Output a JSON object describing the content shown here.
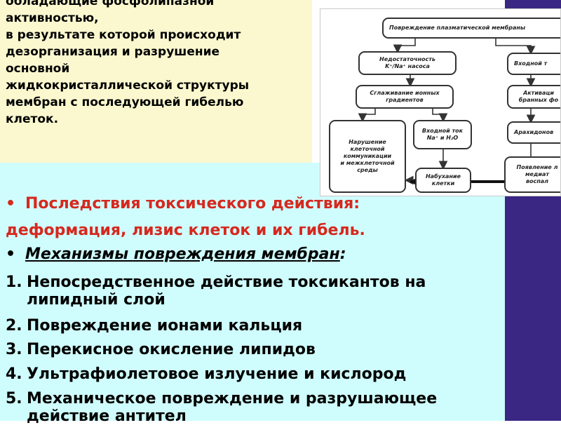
{
  "top_text": {
    "lines": [
      "обладающие фосфолипазной",
      "активностью,",
      "в результате которой происходит",
      "дезорганизация и разрушение",
      "основной",
      "жидкокристаллической структуры",
      "мембран с последующей гибелью",
      "клеток."
    ]
  },
  "diagram": {
    "nodes": {
      "damage": "Повреждение плазматической мембраны",
      "insufficiency": "Недостаточность\nK⁺/Na⁺ насоса",
      "inflow_right": "Входной т",
      "smoothing": "Сглаживание ионных\nградиентов",
      "activation_right": "Активаци\nбранных фо",
      "disruption": "Нарушение\nклеточной\nкоммуникации\nи межклеточной\nсреды",
      "inflow_current": "Входной ток\nNa⁺ и H₂O",
      "arachidonic": "Арахидонов",
      "swelling": "Набухание\nклетки",
      "appearance_right": "Появление л\nмедиат\nвоспал"
    }
  },
  "bullets": {
    "marker": "•",
    "consequences_heading": "Последствия токсического действия:",
    "consequences_text": "деформация, лизис клеток и их гибель.",
    "mechanisms_heading": "Механизмы повреждения мембран",
    "mechanisms_colon": ":",
    "items": [
      {
        "num": "1.",
        "text": "Непосредственное действие токсикантов на липидный слой"
      },
      {
        "num": "2.",
        "text": "Повреждение ионами кальция"
      },
      {
        "num": "3.",
        "text": "Перекисное окисление липидов"
      },
      {
        "num": "4.",
        "text": "Ультрафиолетовое излучение и кислород"
      },
      {
        "num": "5.",
        "text": "Механическое повреждение и разрушающее действие антител"
      }
    ]
  },
  "colors": {
    "yellow_panel": "#fbf8cf",
    "cyan_panel": "#cffdfd",
    "purple_panel": "#3a2683",
    "heading_red": "#d6281e"
  }
}
